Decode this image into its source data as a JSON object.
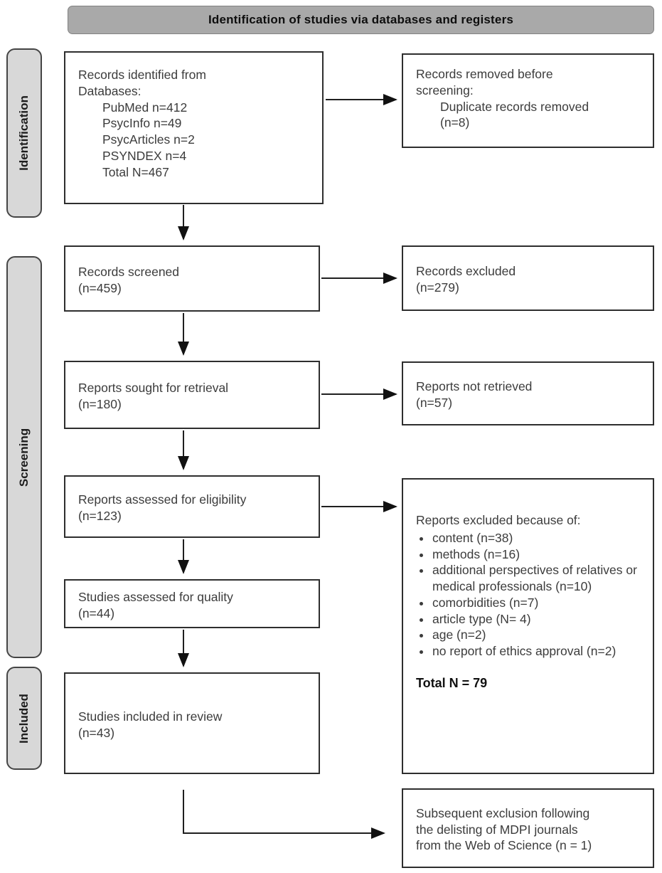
{
  "colors": {
    "header_bg": "#a9a9a9",
    "stage_bg": "#d8d8d8",
    "box_border": "#2e2e2e",
    "text": "#3c3c3c",
    "arrow": "#1f1f1f"
  },
  "header": {
    "title": "Identification of studies via databases and registers"
  },
  "stages": {
    "identification": "Identification",
    "screening": "Screening",
    "included": "Included"
  },
  "boxes": {
    "records_identified": {
      "title_line1": "Records identified from",
      "title_line2": "Databases:",
      "items": [
        "PubMed n=412",
        "PsycInfo n=49",
        "PsycArticles n=2",
        "PSYNDEX n=4",
        "Total N=467"
      ]
    },
    "records_removed": {
      "title_line1": "Records removed before",
      "title_line2": "screening:",
      "items": [
        "Duplicate records removed",
        "(n=8)"
      ]
    },
    "records_screened": {
      "line1": "Records screened",
      "line2": "(n=459)"
    },
    "records_excluded": {
      "line1": "Records excluded",
      "line2": "(n=279)"
    },
    "reports_sought": {
      "line1": "Reports sought for retrieval",
      "line2": "(n=180)"
    },
    "reports_not_retrieved": {
      "line1": "Reports not retrieved",
      "line2": "(n=57)"
    },
    "reports_assessed": {
      "line1": "Reports assessed for eligibility",
      "line2": "(n=123)"
    },
    "reports_excluded": {
      "title": "Reports excluded because of:",
      "reasons": [
        "content (n=38)",
        "methods (n=16)",
        "additional perspectives of relatives or medical professionals (n=10)",
        "comorbidities (n=7)",
        "article type (N= 4)",
        "age (n=2)",
        "no report of ethics approval (n=2)"
      ],
      "total": "Total N = 79"
    },
    "studies_quality": {
      "line1": "Studies assessed for quality",
      "line2": "(n=44)"
    },
    "studies_included": {
      "line1": "Studies included in review",
      "line2": "(n=43)"
    },
    "subsequent_exclusion": {
      "line1": "Subsequent exclusion following",
      "line2": "the delisting of MDPI journals",
      "line3": "from the Web of Science (n = 1)"
    }
  }
}
